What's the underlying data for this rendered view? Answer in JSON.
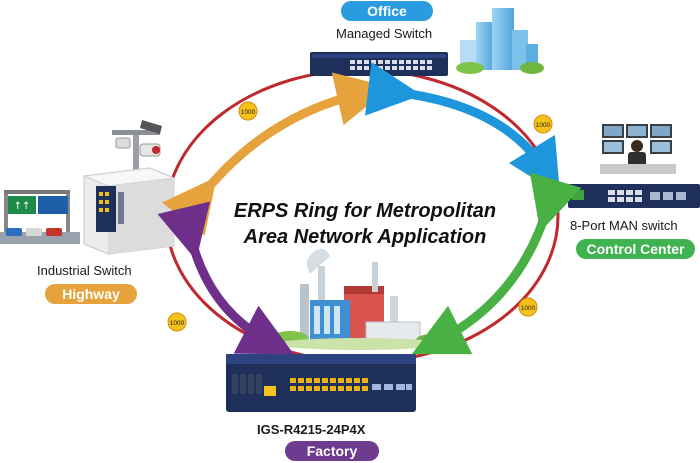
{
  "title": [
    "ERPS Ring for Metropolitan",
    "Area Network Application"
  ],
  "link_speed": "1000",
  "nodes": {
    "office": {
      "badge": "Office",
      "label": "Managed Switch",
      "color": "#2b9be0"
    },
    "highway": {
      "badge": "Highway",
      "label": "Industrial Switch",
      "color": "#e6a23c"
    },
    "control": {
      "badge": "Control Center",
      "label": "8-Port MAN switch",
      "color": "#3fb34f"
    },
    "factory": {
      "badge": "Factory",
      "label": "IGS-R4215-24P4X",
      "color": "#6e3b8e"
    }
  },
  "colors": {
    "ring": "#c0282d",
    "badge_fill": "#f5c21b"
  }
}
